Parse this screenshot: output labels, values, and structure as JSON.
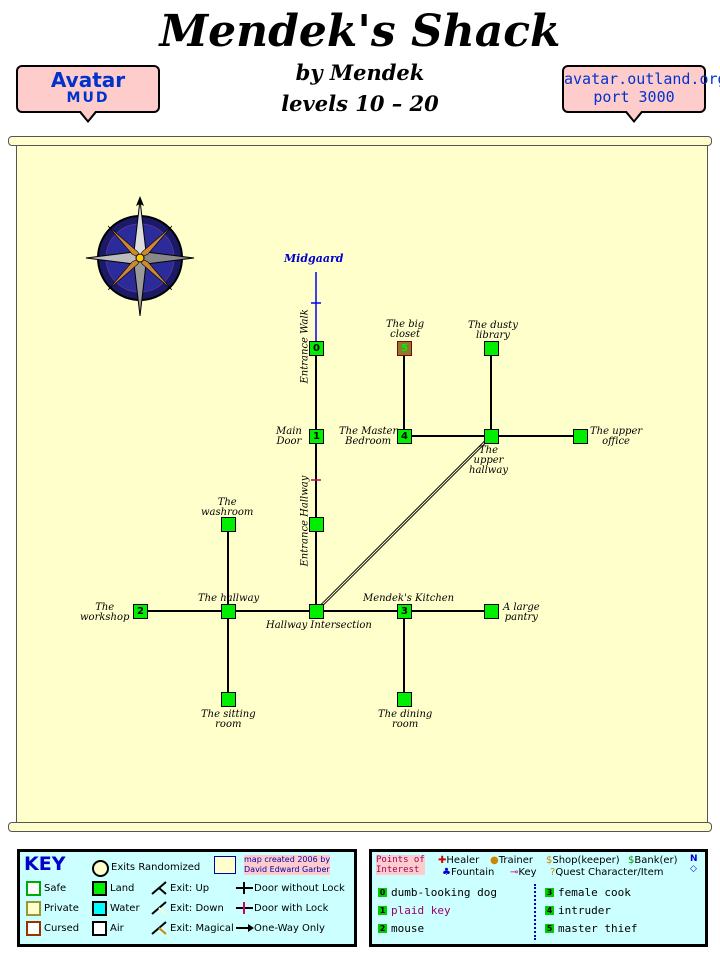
{
  "header": {
    "title": "Mendek's Shack",
    "author": "by Mendek",
    "levels": "levels 10 – 20",
    "logo_line1": "Avatar",
    "logo_line2": "MUD",
    "server_line1": "avatar.outland.org",
    "server_line2": "port 3000"
  },
  "map": {
    "exit_label": "Midgaard",
    "rooms": [
      {
        "id": "entrance-walk",
        "name": "Entrance Walk",
        "marker": "0"
      },
      {
        "id": "main-door",
        "name": "Main Door",
        "marker": "1"
      },
      {
        "id": "entrance-hallway",
        "name": "Entrance Hallway",
        "marker": ""
      },
      {
        "id": "hallway-intersection",
        "name": "Hallway Intersection",
        "marker": ""
      },
      {
        "id": "the-hallway",
        "name": "The hallway",
        "marker": ""
      },
      {
        "id": "the-workshop",
        "name": "The workshop",
        "marker": "2"
      },
      {
        "id": "the-washroom",
        "name": "The washroom",
        "marker": ""
      },
      {
        "id": "the-sitting-room",
        "name": "The sitting room",
        "marker": ""
      },
      {
        "id": "mendeks-kitchen",
        "name": "Mendek's Kitchen",
        "marker": "3"
      },
      {
        "id": "large-pantry",
        "name": "A large pantry",
        "marker": ""
      },
      {
        "id": "dining-room",
        "name": "The dining room",
        "marker": ""
      },
      {
        "id": "upper-hallway",
        "name": "The upper hallway",
        "marker": ""
      },
      {
        "id": "master-bedroom",
        "name": "The Master Bedroom",
        "marker": "4"
      },
      {
        "id": "big-closet",
        "name": "The big closet",
        "marker": "5"
      },
      {
        "id": "dusty-library",
        "name": "The dusty library",
        "marker": ""
      },
      {
        "id": "upper-office",
        "name": "The upper office",
        "marker": ""
      }
    ]
  },
  "key": {
    "title": "KEY",
    "exits_randomized": "Exits Randomized",
    "credit_line1": "map created 2006 by",
    "credit_line2": "David Edward Garber",
    "safe": "Safe",
    "private": "Private",
    "cursed": "Cursed",
    "land": "Land",
    "water": "Water",
    "air": "Air",
    "exit_up": "Exit: Up",
    "exit_down": "Exit: Down",
    "exit_magical": "Exit: Magical",
    "door_no_lock": "Door without Lock",
    "door_lock": "Door with Lock",
    "one_way": "One-Way Only",
    "colors": {
      "land": "#00ee00",
      "water": "#00ffff",
      "air": "#ffffff",
      "safe": "#00ee00",
      "private": "#ffff99",
      "cursed": "#ff9999"
    }
  },
  "poi": {
    "title_line1": "Points of",
    "title_line2": "Interest",
    "healer": "Healer",
    "trainer": "Trainer",
    "shop": "Shop(keeper)",
    "bank": "Bank(er)",
    "fountain": "Fountain",
    "key": "Key",
    "quest": "Quest Character/Item",
    "compass_n": "N",
    "items": [
      {
        "num": "0",
        "text": "dumb-looking dog",
        "color": "#000000"
      },
      {
        "num": "1",
        "text": "plaid key",
        "color": "#990066"
      },
      {
        "num": "2",
        "text": "mouse",
        "color": "#000000"
      },
      {
        "num": "3",
        "text": "female cook",
        "color": "#000000"
      },
      {
        "num": "4",
        "text": "intruder",
        "color": "#000000"
      },
      {
        "num": "5",
        "text": "master thief",
        "color": "#000000"
      }
    ]
  }
}
